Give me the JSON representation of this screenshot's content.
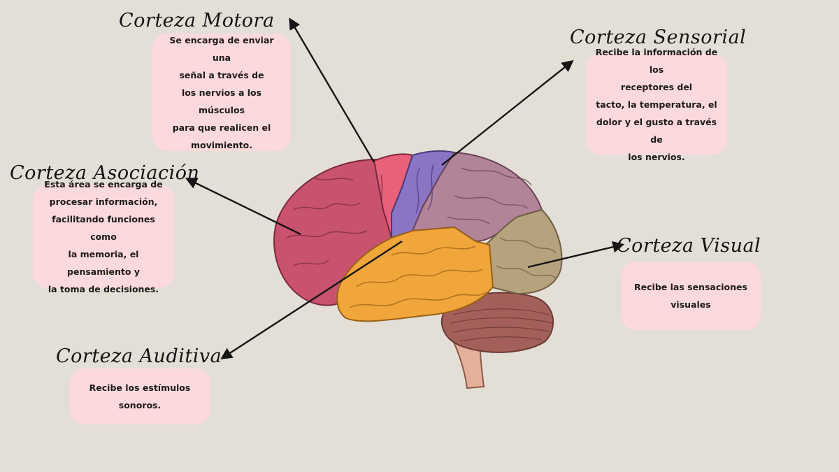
{
  "motora": {
    "title": "Corteza Motora",
    "text": "Se encarga de enviar una\nseñal a través de\nlos nervios a los músculos\npara que realicen el\nmovimiento."
  },
  "sensorial": {
    "title": "Corteza Sensorial",
    "text": "Recibe la información de los\nreceptores del\ntacto, la temperatura, el\ndolor y el gusto a través de\nlos nervios."
  },
  "asociacion": {
    "title": "Corteza Asociación",
    "text": "Esta área se encarga de\nprocesar información,\nfacilitando funciones como\nla memoria, el pensamiento y\nla toma de decisiones."
  },
  "visual": {
    "title": "Corteza Visual",
    "text": "Recibe las sensaciones\nvisuales"
  },
  "auditiva": {
    "title": "Corteza Auditiva",
    "text": "Recibe los estímulos\nsonoros."
  },
  "colors": {
    "background": "#e4dfd6",
    "box": "#fcd9dc",
    "frontal": "#c9536e",
    "motor": "#e8607a",
    "sensory": "#8a74c4",
    "parietal": "#b1849a",
    "temporal": "#f0a63a",
    "occipital": "#b7a27e",
    "cerebellum": "#a3605a",
    "brainstem": "#e4b09a"
  }
}
